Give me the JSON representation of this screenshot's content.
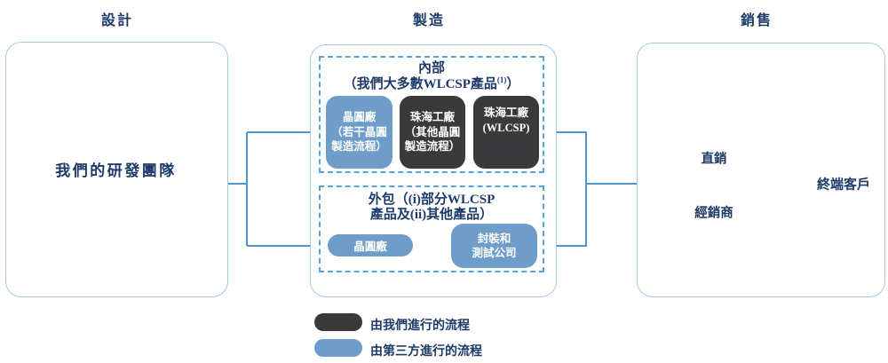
{
  "headers": {
    "design": "設計",
    "manufacturing": "製造",
    "sales": "銷售"
  },
  "design": {
    "rd_team": "我們的研發團隊"
  },
  "manufacturing": {
    "internal": {
      "title": "內部",
      "subtitle_open": "（我們大多數WLCSP產品",
      "subtitle_sup": "(1)",
      "subtitle_close": "）",
      "boxes": [
        {
          "lines": [
            "晶圓廠",
            "（若干晶圓",
            "製造流程）"
          ],
          "operator": "third-party"
        },
        {
          "lines": [
            "珠海工廠",
            "（其他晶圓",
            "製造流程）"
          ],
          "operator": "ours"
        },
        {
          "lines": [
            "珠海工廠",
            "(WLCSP)"
          ],
          "operator": "ours"
        }
      ]
    },
    "outsourced": {
      "title_line1": "外包（(i)部分WLCSP",
      "title_line2": "產品及(ii)其他產品）",
      "wafer_fab": "晶圓廠",
      "osat_line1": "封裝和",
      "osat_line2": "測試公司"
    }
  },
  "sales": {
    "direct": "直銷",
    "distributor": "經銷商",
    "end_customer": "終端客戶"
  },
  "legend": {
    "items": [
      {
        "label": "由我們進行的流程",
        "swatch": "ours"
      },
      {
        "label": "由第三方進行的流程",
        "swatch": "third-party"
      }
    ]
  },
  "colors": {
    "ours_fill": "#3A3A3C",
    "third_party_fill": "#6D9DC8",
    "connector_blue": "#4E97CE",
    "dashed_border_blue": "#55A3DC",
    "outer_border_blue": "#A5C9E7",
    "text_navy": "#1E3A68"
  }
}
